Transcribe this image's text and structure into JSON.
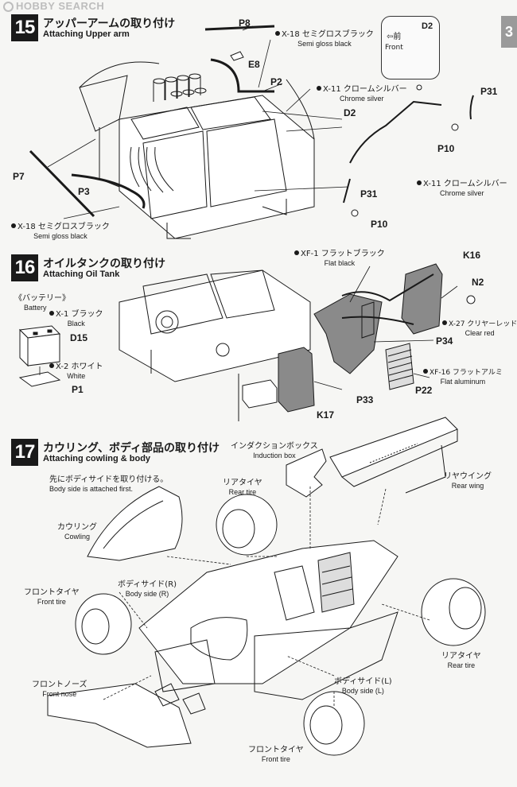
{
  "watermark": "HOBBY SEARCH",
  "side_tab": "3",
  "steps": [
    {
      "number": "15",
      "title_jp": "アッパーアームの取り付け",
      "title_en": "Attaching Upper arm",
      "parts": [
        "P8",
        "E8",
        "P2",
        "D2",
        "P31",
        "P10",
        "P7",
        "P3",
        "D2",
        "P31",
        "P10"
      ],
      "paints": [
        {
          "code": "X-18",
          "jp": "セミグロスブラック",
          "en": "Semi gloss black"
        },
        {
          "code": "X-11",
          "jp": "クロームシルバー",
          "en": "Chrome silver"
        },
        {
          "code": "X-11",
          "jp": "クロームシルバー",
          "en": "Chrome silver"
        },
        {
          "code": "X-18",
          "jp": "セミグロスブラック",
          "en": "Semi gloss black"
        }
      ],
      "front_box": {
        "jp": "⇦前",
        "en": "Front",
        "part": "D2"
      }
    },
    {
      "number": "16",
      "title_jp": "オイルタンクの取り付け",
      "title_en": "Attaching Oil Tank",
      "battery": {
        "jp": "《バッテリー》",
        "en": "Battery",
        "part": "D15",
        "part2": "P1"
      },
      "parts": [
        "K16",
        "N2",
        "P34",
        "P22",
        "P33",
        "K17"
      ],
      "paints": [
        {
          "code": "X-1",
          "jp": "ブラック",
          "en": "Black"
        },
        {
          "code": "X-2",
          "jp": "ホワイト",
          "en": "White"
        },
        {
          "code": "XF-1",
          "jp": "フラットブラック",
          "en": "Flat black"
        },
        {
          "code": "X-27",
          "jp": "クリヤーレッド",
          "en": "Clear red"
        },
        {
          "code": "XF-16",
          "jp": "フラットアルミ",
          "en": "Flat aluminum"
        }
      ]
    },
    {
      "number": "17",
      "title_jp": "カウリング、ボディ部品の取り付け",
      "title_en": "Attaching cowling & body",
      "note_jp": "先にボディサイドを取り付ける。",
      "note_en": "Body side is attached first.",
      "labels": [
        {
          "jp": "インダクションボックス",
          "en": "Induction box"
        },
        {
          "jp": "リヤウイング",
          "en": "Rear wing"
        },
        {
          "jp": "リアタイヤ",
          "en": "Rear tire"
        },
        {
          "jp": "カウリング",
          "en": "Cowling"
        },
        {
          "jp": "ボディサイド(R)",
          "en": "Body side (R)"
        },
        {
          "jp": "フロントタイヤ",
          "en": "Front tire"
        },
        {
          "jp": "フロントノーズ",
          "en": "Front nose"
        },
        {
          "jp": "ボディサイド(L)",
          "en": "Body side (L)"
        },
        {
          "jp": "リアタイヤ",
          "en": "Rear tire"
        },
        {
          "jp": "フロントタイヤ",
          "en": "Front tire"
        }
      ]
    }
  ],
  "colors": {
    "ink": "#1a1a1a",
    "part_fill": "#8a8a8a",
    "paper": "#f6f6f4",
    "tab": "#9a9a9a"
  }
}
